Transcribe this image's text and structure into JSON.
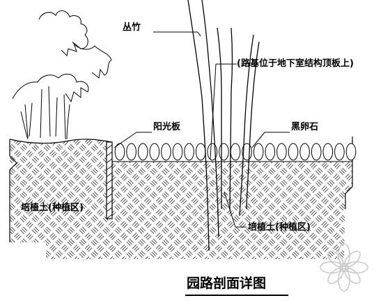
{
  "labels": {
    "bamboo": "丛竹",
    "roadbase_note": "(路基位于地下室结构顶板上)",
    "sunlight_panel": "阳光板",
    "black_pebble": "黑卵石",
    "soil_left": "培植土(种植区)",
    "soil_right": "培植土(种植区)"
  },
  "title": "园路剖面详图",
  "colors": {
    "line": "#000000",
    "background": "#ffffff",
    "watermark": "#c8c8c8"
  },
  "watermark_icon": "flower-watermark-icon"
}
